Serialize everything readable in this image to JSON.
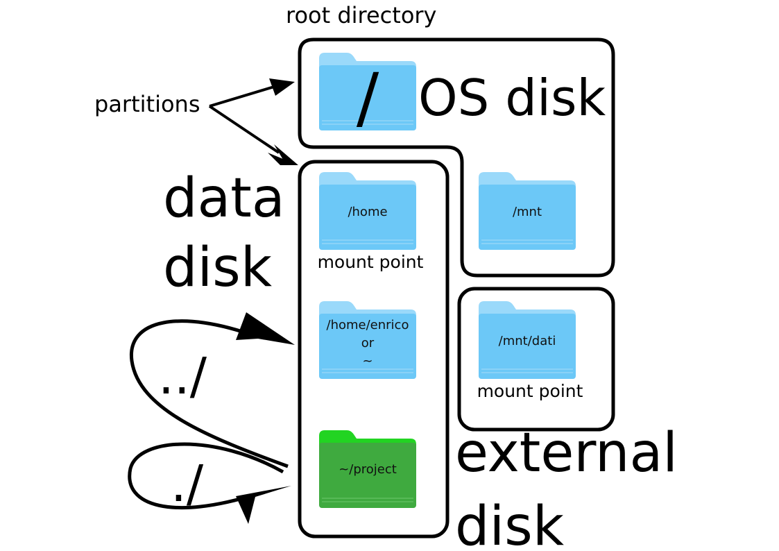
{
  "root_label": "root directory",
  "partitions_label": "partitions",
  "os_disk_label": "OS disk",
  "data_disk_label": [
    "data",
    "disk"
  ],
  "external_disk_label": [
    "external",
    "disk"
  ],
  "parent_dir_label": "../",
  "current_dir_label": "./",
  "folders": {
    "root": {
      "label": "/",
      "color": "#6cc8f7"
    },
    "home": {
      "label": "/home",
      "caption": "mount point",
      "color": "#6cc8f7"
    },
    "mnt": {
      "label": "/mnt",
      "color": "#6cc8f7"
    },
    "enrico": {
      "lines": [
        "/home/enrico",
        "or",
        "~"
      ],
      "color": "#6cc8f7"
    },
    "dati": {
      "label": "/mnt/dati",
      "caption": "mount point",
      "color": "#6cc8f7"
    },
    "project": {
      "label": "~/project",
      "color": "#3faa3f",
      "tab_color": "#22d422"
    }
  }
}
